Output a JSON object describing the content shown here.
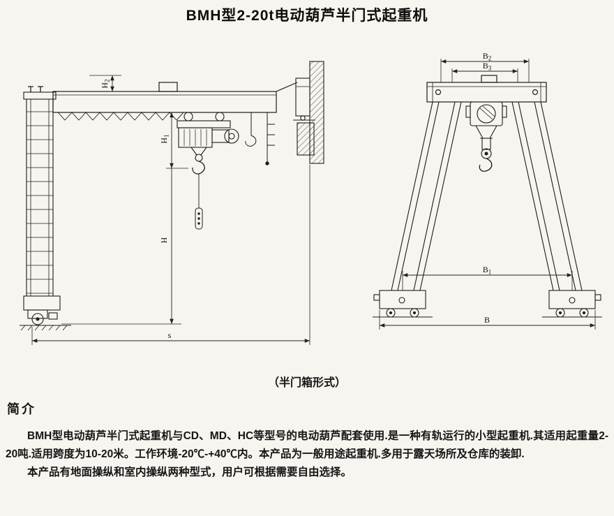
{
  "page": {
    "title": "BMH型2-20t电动葫芦半门式起重机",
    "caption": "（半门箱形式）"
  },
  "side_view": {
    "dims": {
      "h2": {
        "main": "H",
        "sub": "2"
      },
      "h1": {
        "main": "H",
        "sub": "1"
      },
      "h": {
        "main": "H",
        "sub": ""
      },
      "s": {
        "main": "s",
        "sub": ""
      }
    }
  },
  "end_view": {
    "dims": {
      "b2": {
        "main": "B",
        "sub": "2"
      },
      "b3": {
        "main": "B",
        "sub": "3"
      },
      "b1": {
        "main": "B",
        "sub": "1"
      },
      "b": {
        "main": "B",
        "sub": ""
      }
    }
  },
  "intro": {
    "heading": "简介",
    "para1": "BMH型电动葫芦半门式起重机与CD、MD、HC等型号的电动葫芦配套使用.是一种有轨运行的小型起重机.其适用起重量2-20吨.适用跨度为10-20米。工作环境-20℃-+40℃内。本产品为一般用途起重机.多用于露天场所及仓库的装卸.",
    "para2": "本产品有地面操纵和室内操纵两种型式，用户可根据需要自由选择。"
  }
}
